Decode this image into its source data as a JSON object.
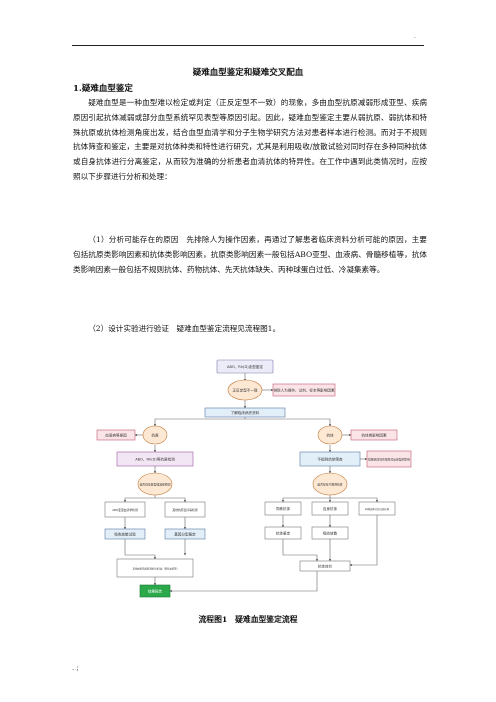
{
  "header": {
    "corner_mark": "."
  },
  "doc": {
    "title": "疑难血型鉴定和疑难交叉配血",
    "section1_heading": "1.疑难血型鉴定",
    "para1": "疑难血型是一种血型难以检定或判定（正反定型不一致）的现象，多由血型抗原减弱形成亚型、疾病原因引起抗体减弱或部分血型系统罕见表型等原因引起。因此，疑难血型鉴定主要从弱抗原、弱抗体和特殊抗原或抗体检测角度出发，结合血型血清学和分子生物学研究方法对患者样本进行检测。而对于不规则抗体筛查和鉴定，主要是对抗体种类和特性进行研究，尤其是利用吸收/放散试验对同时存在多种同种抗体或自身抗体进行分离鉴定，从而较为准确的分析患者血清抗体的特异性。在工作中遇到此类情况时，应按照以下步骤进行分析和处理：",
    "para2": "（1）分析可能存在的原因　先排除人为操作因素，再通过了解患者临床资料分析可能的原因，主要包括抗原类影响因素和抗体类影响因素，抗原类影响因素一般包括ABO亚型、血液病、骨髓移植等，抗体类影响因素一般包括不规则抗体、药物抗体、先天抗体缺失、丙种球蛋白过低、冷凝集素等。",
    "para3": "（2）设计实验进行验证　疑难血型鉴定流程见流程图1。",
    "figure_caption": "流程图1　疑难血型鉴定流程",
    "footer_mark": ". ;"
  },
  "flowchart": {
    "start": "ABO、Rh(D)血型鉴定",
    "decision1": "正反定型不一致",
    "side1": "排除人为操作、试剂、标本等影响因素",
    "step2": "了解临床病史资料",
    "left_dec": "抗原",
    "right_dec": "抗体",
    "left_note": "血液病等原因",
    "right_note": "抗体类影响因素",
    "left_step": "ABO、Rh(D)等抗原检测",
    "right_step": "不规则抗体筛查",
    "right_side": "排除抗体筛查阳性对反定型的影响",
    "left_dec2": "是否存在亚型或其他原因",
    "right_dec2": "是否存在不规则抗体",
    "sub_a": "ABO亚型血清学检测",
    "sub_b": "其他抗原变异等检测",
    "sub_c": "吸收放散试验",
    "sub_d": "基因分型鉴定",
    "r_a": "同种抗体",
    "r_b": "自身抗体",
    "r_c": "同种抗体合并自身抗体",
    "r_d": "抗体鉴定",
    "r_e": "吸收放散",
    "r_f": "抗体效价",
    "merge": "其他血型系统检测和分析(如：稀有血型等)",
    "end": "结果报告"
  }
}
